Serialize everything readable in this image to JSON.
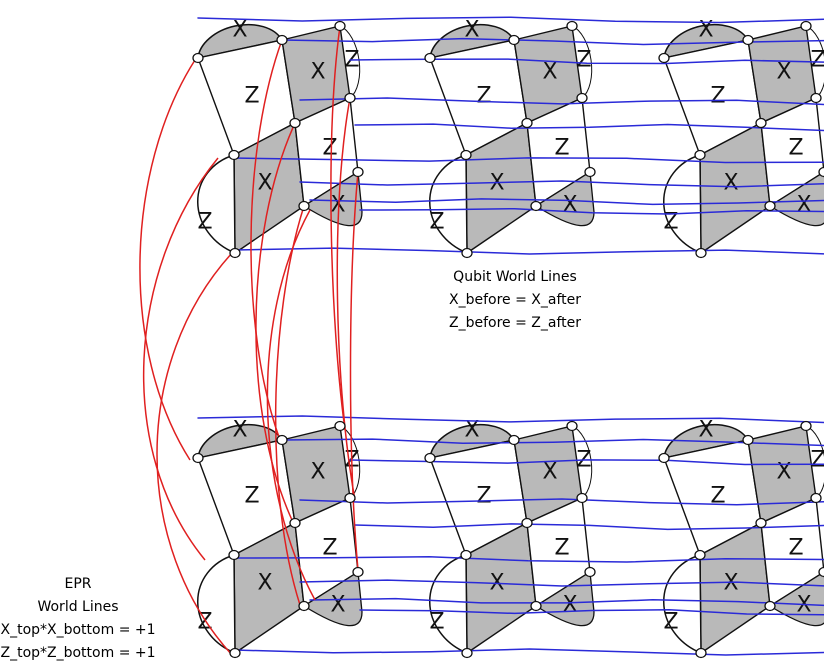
{
  "colors": {
    "qubit_world_line": "#2a2ad8",
    "epr_world_line": "#e02020",
    "shaded_face": "#b9b9b9",
    "edge": "#111111"
  },
  "face_labels": {
    "x": "X",
    "z": "Z"
  },
  "qubit_caption": {
    "line1": "Qubit World Lines",
    "line2": "X_before = X_after",
    "line3": "Z_before = Z_after"
  },
  "epr_caption": {
    "line1": "EPR",
    "line2": "World Lines",
    "line3": "X_top*X_bottom = +1",
    "line4": "Z_top*Z_bottom = +1"
  }
}
